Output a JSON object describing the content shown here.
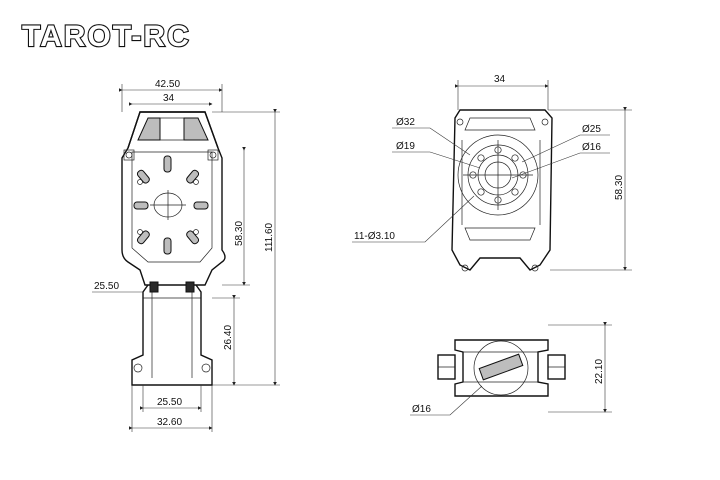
{
  "brand": {
    "logo_text": "TAROT-RC"
  },
  "front_view": {
    "dims": {
      "top_width": "42.50",
      "inner_width": "34",
      "height_upper": "58.30",
      "total_height": "111.60",
      "left_offset": "25.50",
      "lower_height": "26.40",
      "bottom_width_inner": "25.50",
      "bottom_width_outer": "32.60"
    }
  },
  "top_view": {
    "dims": {
      "width": "34",
      "dia_32": "Ø32",
      "dia_25": "Ø25",
      "dia_19": "Ø19",
      "dia_16": "Ø16",
      "holes": "11-Ø3.10",
      "height": "58.30"
    }
  },
  "bottom_view": {
    "dims": {
      "height": "22.10",
      "dia_16": "Ø16"
    }
  }
}
